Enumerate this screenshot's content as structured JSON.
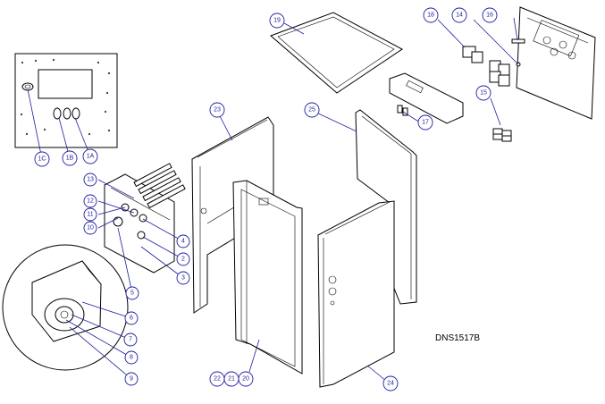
{
  "drawing": {
    "number": "DNS1517B",
    "callouts": {
      "c1C": "1C",
      "c1B": "1B",
      "c1A": "1A",
      "c2": "2",
      "c3": "3",
      "c4": "4",
      "c5": "5",
      "c6": "6",
      "c7": "7",
      "c8": "8",
      "c9": "9",
      "c10": "10",
      "c11": "11",
      "c12": "12",
      "c13": "13",
      "c14": "14",
      "c15": "15",
      "c16": "16",
      "c17": "17",
      "c18": "18",
      "c19": "19",
      "c20": "20",
      "c21": "21",
      "c22": "22",
      "c23": "23",
      "c24": "24",
      "c25": "25"
    }
  },
  "colors": {
    "callout": "#1e1ea0",
    "line": "#000000",
    "background": "#ffffff"
  }
}
